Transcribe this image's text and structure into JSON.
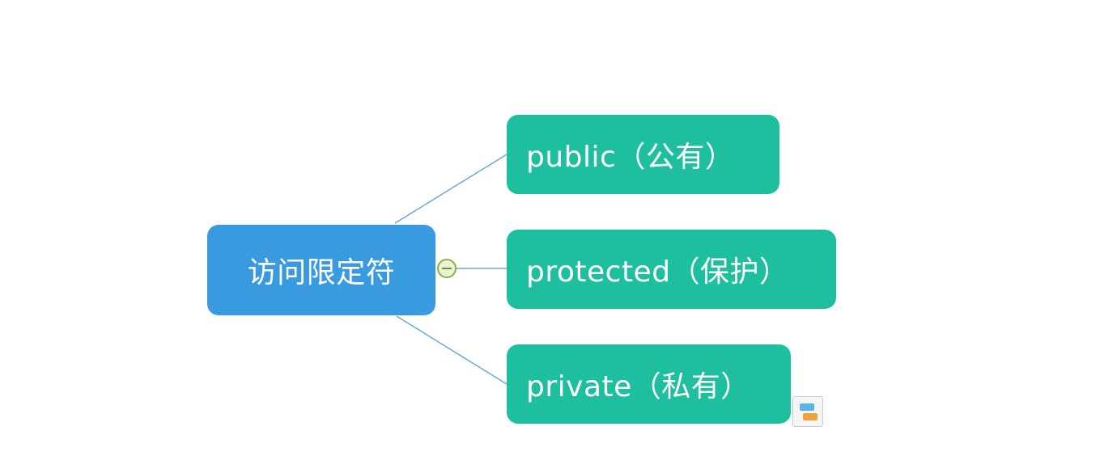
{
  "mindmap": {
    "root": {
      "label": "访问限定符",
      "color": "#3a9ae0"
    },
    "children": [
      {
        "label": "public（公有）",
        "color": "#1dbf9f"
      },
      {
        "label": "protected（保护）",
        "color": "#1dbf9f"
      },
      {
        "label": "private（私有）",
        "color": "#1dbf9f"
      }
    ],
    "connector_color": "#6aa8d8",
    "collapse_icon": "minus-circle-icon",
    "layout_icon": "layout-icon"
  }
}
